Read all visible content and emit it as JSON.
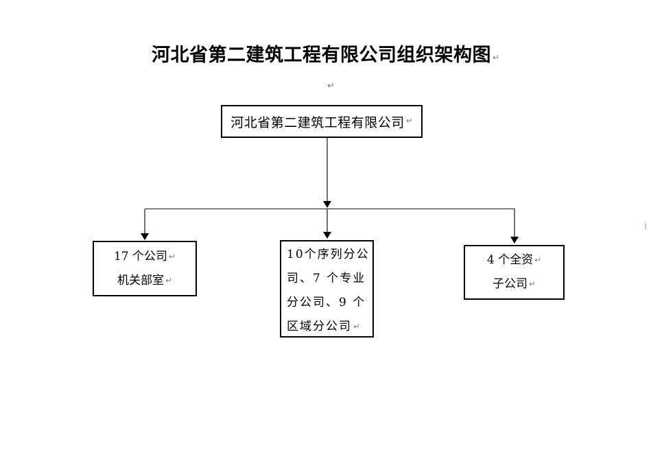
{
  "title": {
    "text": "河北省第二建筑工程有限公司组织架构图"
  },
  "glyphs": {
    "para_mark": "↵"
  },
  "colors": {
    "background": "#ffffff",
    "text": "#000000",
    "box_border": "#000000",
    "connector_stem": "#737373",
    "connector_line": "#1a1a1a",
    "arrow_head": "#000000",
    "format_mark": "#808080",
    "edge_mark": "#f4ab92"
  },
  "nodes": {
    "root": {
      "label": "河北省第二建筑工程有限公司"
    },
    "offices": {
      "lines": [
        "17 个公司",
        "机关部室"
      ]
    },
    "branches": {
      "lines": [
        "10个序列分公",
        "司、7 个专业",
        "分公司、9 个",
        "区域分公司"
      ]
    },
    "subsidiaries": {
      "lines": [
        "4 个全资",
        "子公司"
      ]
    }
  }
}
